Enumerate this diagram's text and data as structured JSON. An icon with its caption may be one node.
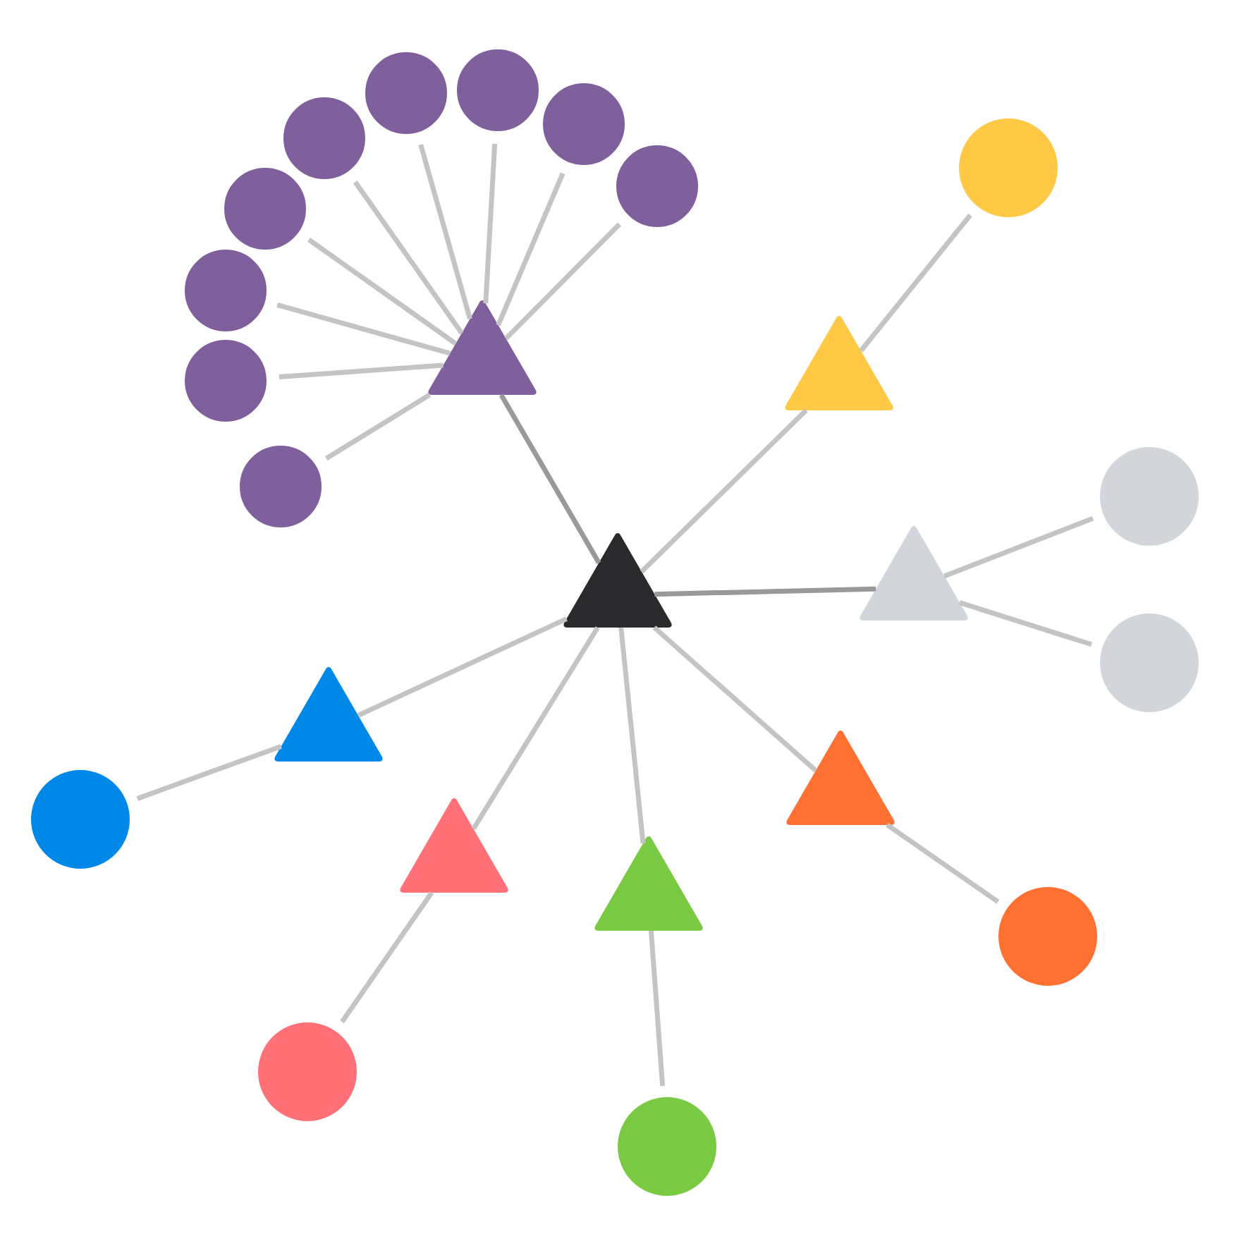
{
  "diagram": {
    "nodes": [
      {
        "text": [],
        "shape": "circle"
      },
      {
        "text": [],
        "shape": "circle"
      },
      {
        "text": [],
        "shape": "circle"
      },
      {
        "text": [],
        "shape": "circle"
      },
      {
        "text": [],
        "shape": "circle"
      },
      {
        "text": [],
        "shape": "circle"
      },
      {
        "text": [],
        "shape": "circle"
      },
      {
        "text": [],
        "shape": "circle"
      },
      {
        "text": [],
        "shape": "triangle"
      },
      {
        "text": [],
        "shape": "triangle"
      },
      {
        "text": [],
        "shape": "circle"
      },
      {
        "text": [],
        "shape": "circle"
      },
      {
        "text": [],
        "shape": "circle"
      },
      {
        "text": [],
        "shape": "triangle"
      },
      {
        "text": [],
        "shape": "triangle"
      },
      {
        "text": [],
        "shape": "circle"
      },
      {
        "text": [],
        "shape": "triangle"
      },
      {
        "text": [],
        "shape": "triangle"
      },
      {
        "text": [],
        "shape": "circle"
      },
      {
        "text": [],
        "shape": "triangle"
      },
      {
        "text": [],
        "shape": "triangle"
      },
      {
        "text": [],
        "shape": "circle"
      },
      {
        "text": [],
        "shape": "circle"
      },
      {
        "text": [],
        "shape": "circle"
      }
    ],
    "edges": [
      {
        "from": 14,
        "to": 8,
        "arrow": "none",
        "color": "#999999"
      },
      {
        "from": 14,
        "to": 9,
        "arrow": "none"
      },
      {
        "from": 14,
        "to": 13,
        "arrow": "none",
        "color": "#999999"
      },
      {
        "from": 14,
        "to": 17,
        "arrow": "none"
      },
      {
        "from": 14,
        "to": 20,
        "arrow": "none"
      },
      {
        "from": 14,
        "to": 19,
        "arrow": "none"
      },
      {
        "from": 14,
        "to": 16,
        "arrow": "none"
      },
      {
        "from": 8,
        "to": 11,
        "arrow": "none"
      },
      {
        "from": 8,
        "to": 10,
        "arrow": "none"
      },
      {
        "from": 8,
        "to": 6,
        "arrow": "none"
      },
      {
        "from": 8,
        "to": 7,
        "arrow": "none"
      },
      {
        "from": 8,
        "to": 3,
        "arrow": "none"
      },
      {
        "from": 8,
        "to": 0,
        "arrow": "none"
      },
      {
        "from": 8,
        "to": 1,
        "arrow": "none"
      },
      {
        "from": 8,
        "to": 2,
        "arrow": "none"
      },
      {
        "from": 8,
        "to": 5,
        "arrow": "none"
      },
      {
        "from": 9,
        "to": 4,
        "arrow": "none"
      },
      {
        "from": 13,
        "to": 12,
        "arrow": "none"
      },
      {
        "from": 13,
        "to": 15,
        "arrow": "none"
      },
      {
        "from": 17,
        "to": 21,
        "arrow": "none"
      },
      {
        "from": 20,
        "to": 23,
        "arrow": "none"
      },
      {
        "from": 19,
        "to": 22,
        "arrow": "none"
      },
      {
        "from": 16,
        "to": 18,
        "arrow": "none"
      }
    ]
  }
}
